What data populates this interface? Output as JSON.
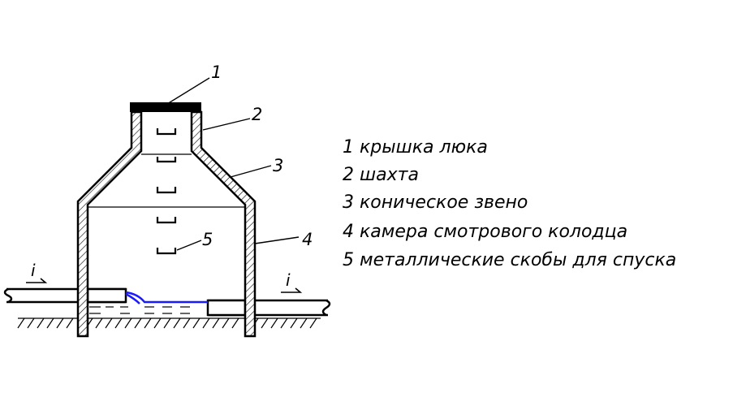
{
  "callouts": {
    "c1": "1",
    "c2": "2",
    "c3": "3",
    "c4": "4",
    "c5": "5"
  },
  "slope_left": "i",
  "slope_right": "i",
  "legend": [
    "1 крышка люка",
    "2 шахта",
    "3 коническое звено",
    "4 камера смотрового колодца",
    "5 металлические скобы для спуска"
  ],
  "colors": {
    "line": "#000000",
    "water": "#1a1aff",
    "background": "#ffffff"
  }
}
